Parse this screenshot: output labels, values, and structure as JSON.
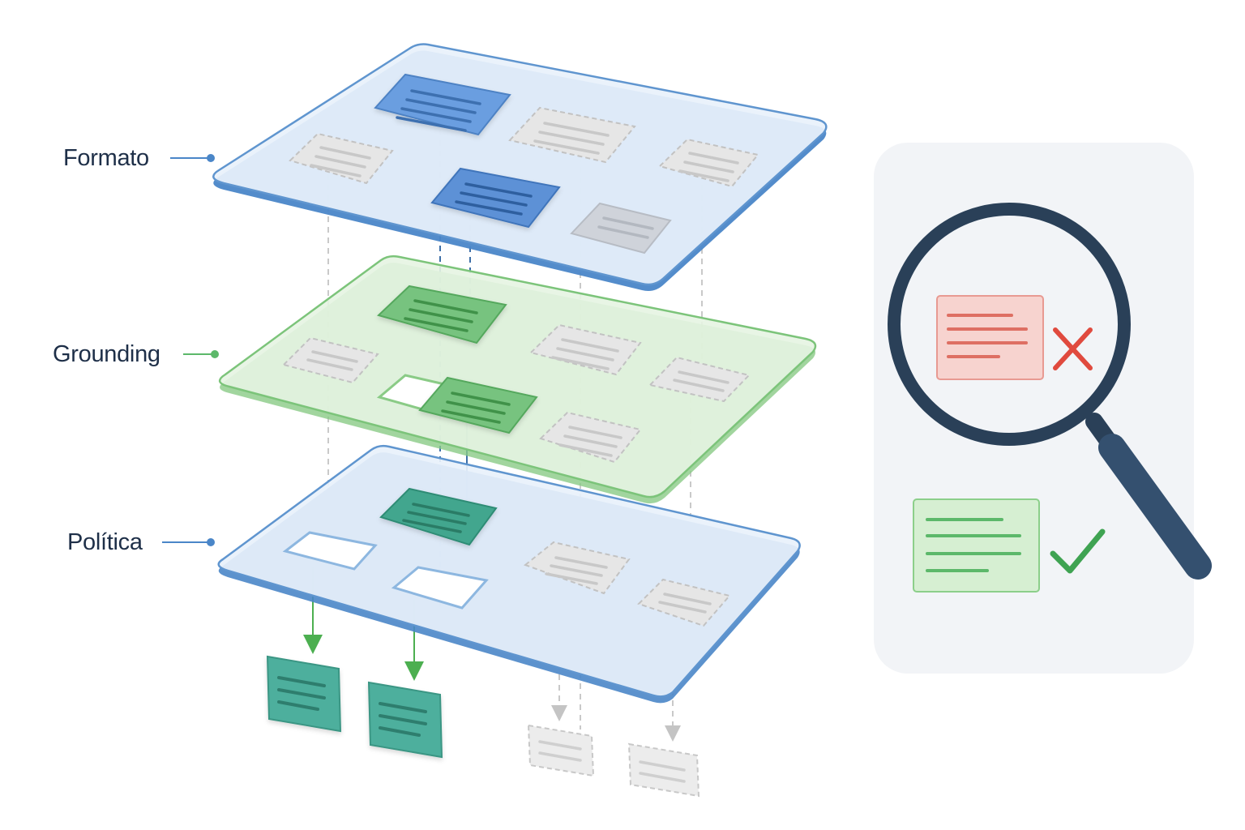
{
  "layers": [
    {
      "id": "formato",
      "label": "Formato",
      "accent": "#4a86c8",
      "fill": "#e8f1fb",
      "item_fill": "#5b93d8"
    },
    {
      "id": "grounding",
      "label": "Grounding",
      "accent": "#6cb96a",
      "fill": "#e6f4e2",
      "item_fill": "#6cbf79"
    },
    {
      "id": "politica",
      "label": "Política",
      "accent": "#4a86c8",
      "fill": "#e8f1fb",
      "item_fill": "#3fa58f"
    }
  ],
  "colors": {
    "label_text": "#1e2f48",
    "muted_item": "#e6e6e6",
    "muted_stroke": "#bdbdbd",
    "panel_bg": "#f2f4f7",
    "magnifier": "#2a4058",
    "reject_fill": "#f7d3cf",
    "reject_lines": "#de6f63",
    "reject_mark": "#e04a3e",
    "accept_fill": "#d6efd2",
    "accept_lines": "#5cb86a",
    "accept_mark": "#3fa352",
    "output_item": "#4daf9d"
  },
  "icons": {
    "magnifier": "magnifier-icon",
    "reject": "x-mark-icon",
    "accept": "check-mark-icon"
  }
}
